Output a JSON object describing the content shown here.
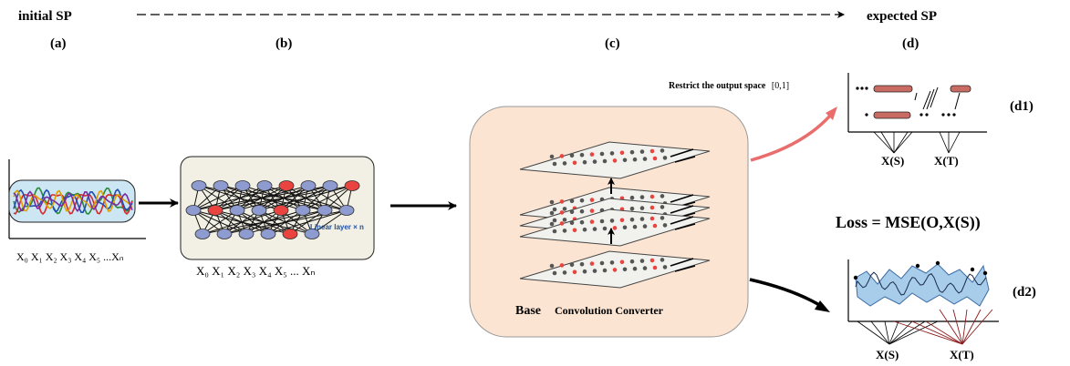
{
  "header": {
    "initial_sp": "initial SP",
    "expected_sp": "expected SP",
    "labels": [
      "(a)",
      "(b)",
      "(c)",
      "(d)"
    ]
  },
  "panel_a": {
    "x_axis_text": "X₀ X₁ X₂ X₃ X₄ X₅ ...Xₙ"
  },
  "panel_b": {
    "layer_label": "Linear layer × n",
    "x_axis_text": "X₀  X₁  X₂  X₃  X₄  X₅  ...  Xₙ"
  },
  "panel_c": {
    "caption_base": "Base",
    "caption_rest": "Convolution Converter"
  },
  "panel_d1": {
    "restrict_label": "Restrict the output space",
    "restrict_range": "[0,1]",
    "tag": "(d1)",
    "xs_label": "X(S)",
    "xt_label": "X(T)"
  },
  "panel_d2": {
    "loss": "Loss = MSE(O,X(S))",
    "tag": "(d2)",
    "xs_label": "X(S)",
    "xt_label": "X(T)"
  },
  "colors": {
    "red_node": "#e9443f",
    "blue_node": "#8d9bd0",
    "panel_b_bg": "#f2f0e4",
    "panel_c_bg": "#fbe4d2",
    "panel_a_bg": "#cde6f3",
    "bar_fill": "#c86b62",
    "pink_arrow": "#ea6d6d",
    "dark_red": "#8b1a1a",
    "blue_area": "#9ec8e8"
  }
}
